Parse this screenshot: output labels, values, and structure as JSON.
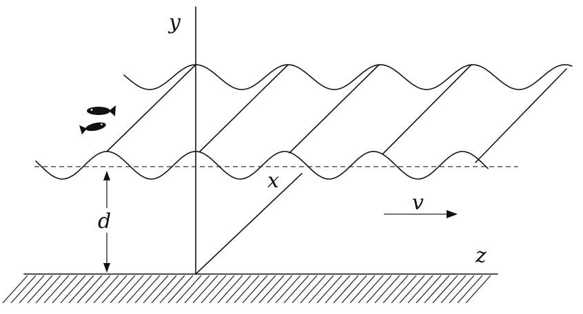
{
  "labels": {
    "y_axis": "y",
    "x_axis": "x",
    "z_axis": "z",
    "depth": "d",
    "velocity": "v"
  },
  "icons": [
    "fish-icon",
    "fish-icon"
  ],
  "colors": {
    "ink": "#111111",
    "background": "#ffffff"
  }
}
